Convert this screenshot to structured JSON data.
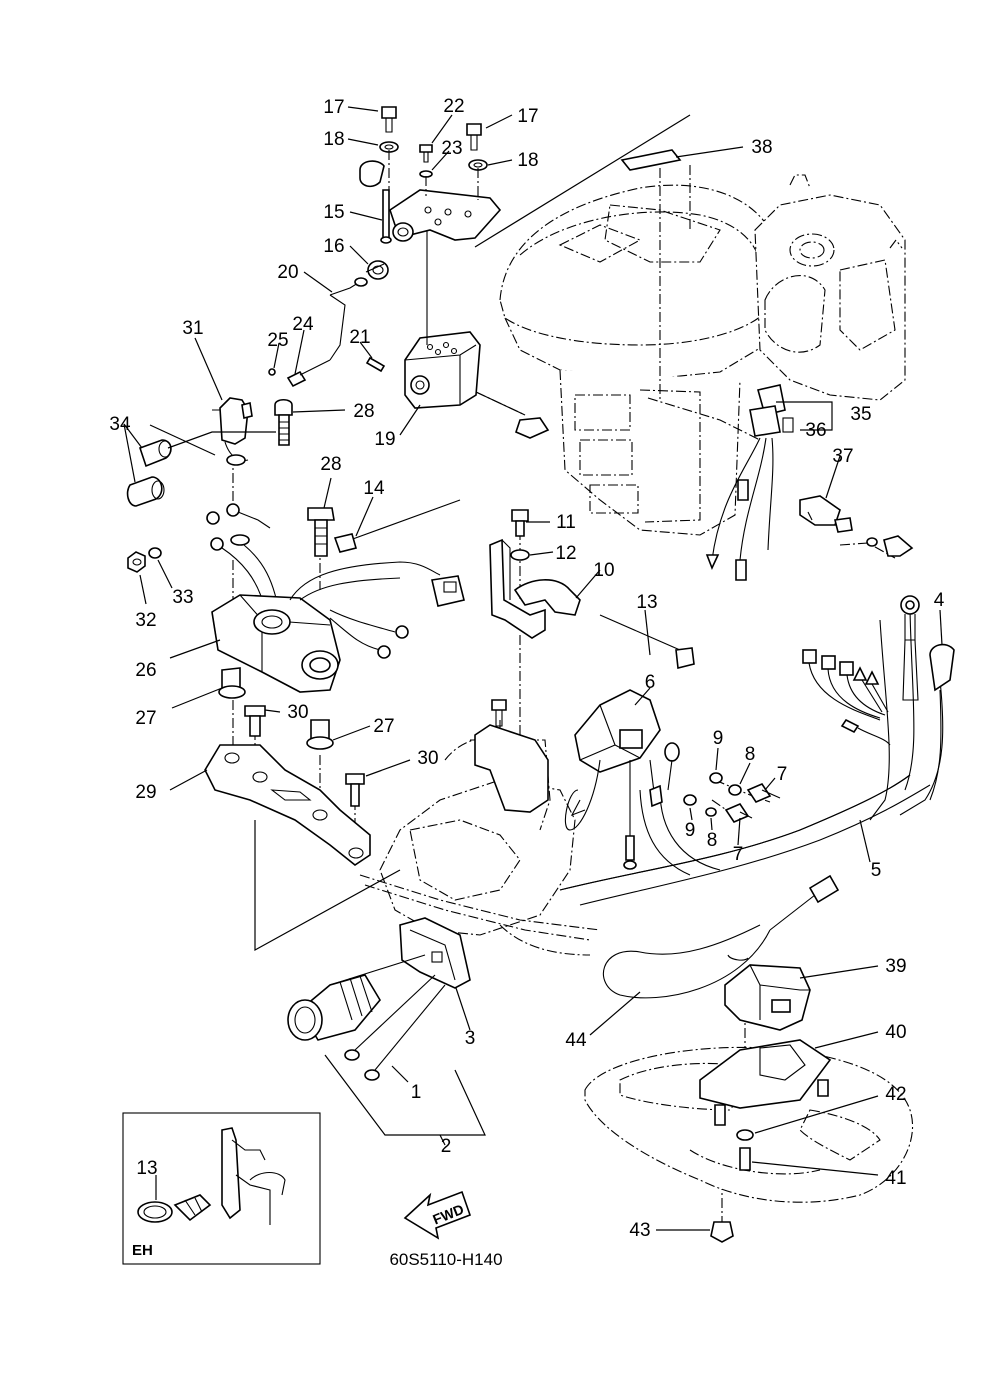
{
  "diagram": {
    "drawing_code": "60S5110-H140",
    "inset_label": "EH",
    "direction_label": "FWD",
    "callouts": [
      {
        "id": "c17a",
        "text": "17"
      },
      {
        "id": "c22",
        "text": "22"
      },
      {
        "id": "c17b",
        "text": "17"
      },
      {
        "id": "c18a",
        "text": "18"
      },
      {
        "id": "c23",
        "text": "23"
      },
      {
        "id": "c18b",
        "text": "18"
      },
      {
        "id": "c38",
        "text": "38"
      },
      {
        "id": "c15",
        "text": "15"
      },
      {
        "id": "c16",
        "text": "16"
      },
      {
        "id": "c20",
        "text": "20"
      },
      {
        "id": "c31",
        "text": "31"
      },
      {
        "id": "c24",
        "text": "24"
      },
      {
        "id": "c25",
        "text": "25"
      },
      {
        "id": "c21",
        "text": "21"
      },
      {
        "id": "c28a",
        "text": "28"
      },
      {
        "id": "c35",
        "text": "35"
      },
      {
        "id": "c36",
        "text": "36"
      },
      {
        "id": "c34",
        "text": "34"
      },
      {
        "id": "c19",
        "text": "19"
      },
      {
        "id": "c28b",
        "text": "28"
      },
      {
        "id": "c37",
        "text": "37"
      },
      {
        "id": "c14",
        "text": "14"
      },
      {
        "id": "c11",
        "text": "11"
      },
      {
        "id": "c12",
        "text": "12"
      },
      {
        "id": "c10",
        "text": "10"
      },
      {
        "id": "c33",
        "text": "33"
      },
      {
        "id": "c32",
        "text": "32"
      },
      {
        "id": "c13a",
        "text": "13"
      },
      {
        "id": "c4",
        "text": "4"
      },
      {
        "id": "c26",
        "text": "26"
      },
      {
        "id": "c6",
        "text": "6"
      },
      {
        "id": "c27a",
        "text": "27"
      },
      {
        "id": "c30a",
        "text": "30"
      },
      {
        "id": "c27b",
        "text": "27"
      },
      {
        "id": "c9a",
        "text": "9"
      },
      {
        "id": "c8a",
        "text": "8"
      },
      {
        "id": "c30b",
        "text": "30"
      },
      {
        "id": "c7a",
        "text": "7"
      },
      {
        "id": "c29",
        "text": "29"
      },
      {
        "id": "c9b",
        "text": "9"
      },
      {
        "id": "c8b",
        "text": "8"
      },
      {
        "id": "c7b",
        "text": "7"
      },
      {
        "id": "c5",
        "text": "5"
      },
      {
        "id": "c39",
        "text": "39"
      },
      {
        "id": "c3",
        "text": "3"
      },
      {
        "id": "c44",
        "text": "44"
      },
      {
        "id": "c40",
        "text": "40"
      },
      {
        "id": "c1",
        "text": "1"
      },
      {
        "id": "c42",
        "text": "42"
      },
      {
        "id": "c2",
        "text": "2"
      },
      {
        "id": "c13b",
        "text": "13"
      },
      {
        "id": "c41",
        "text": "41"
      },
      {
        "id": "c43",
        "text": "43"
      }
    ]
  }
}
